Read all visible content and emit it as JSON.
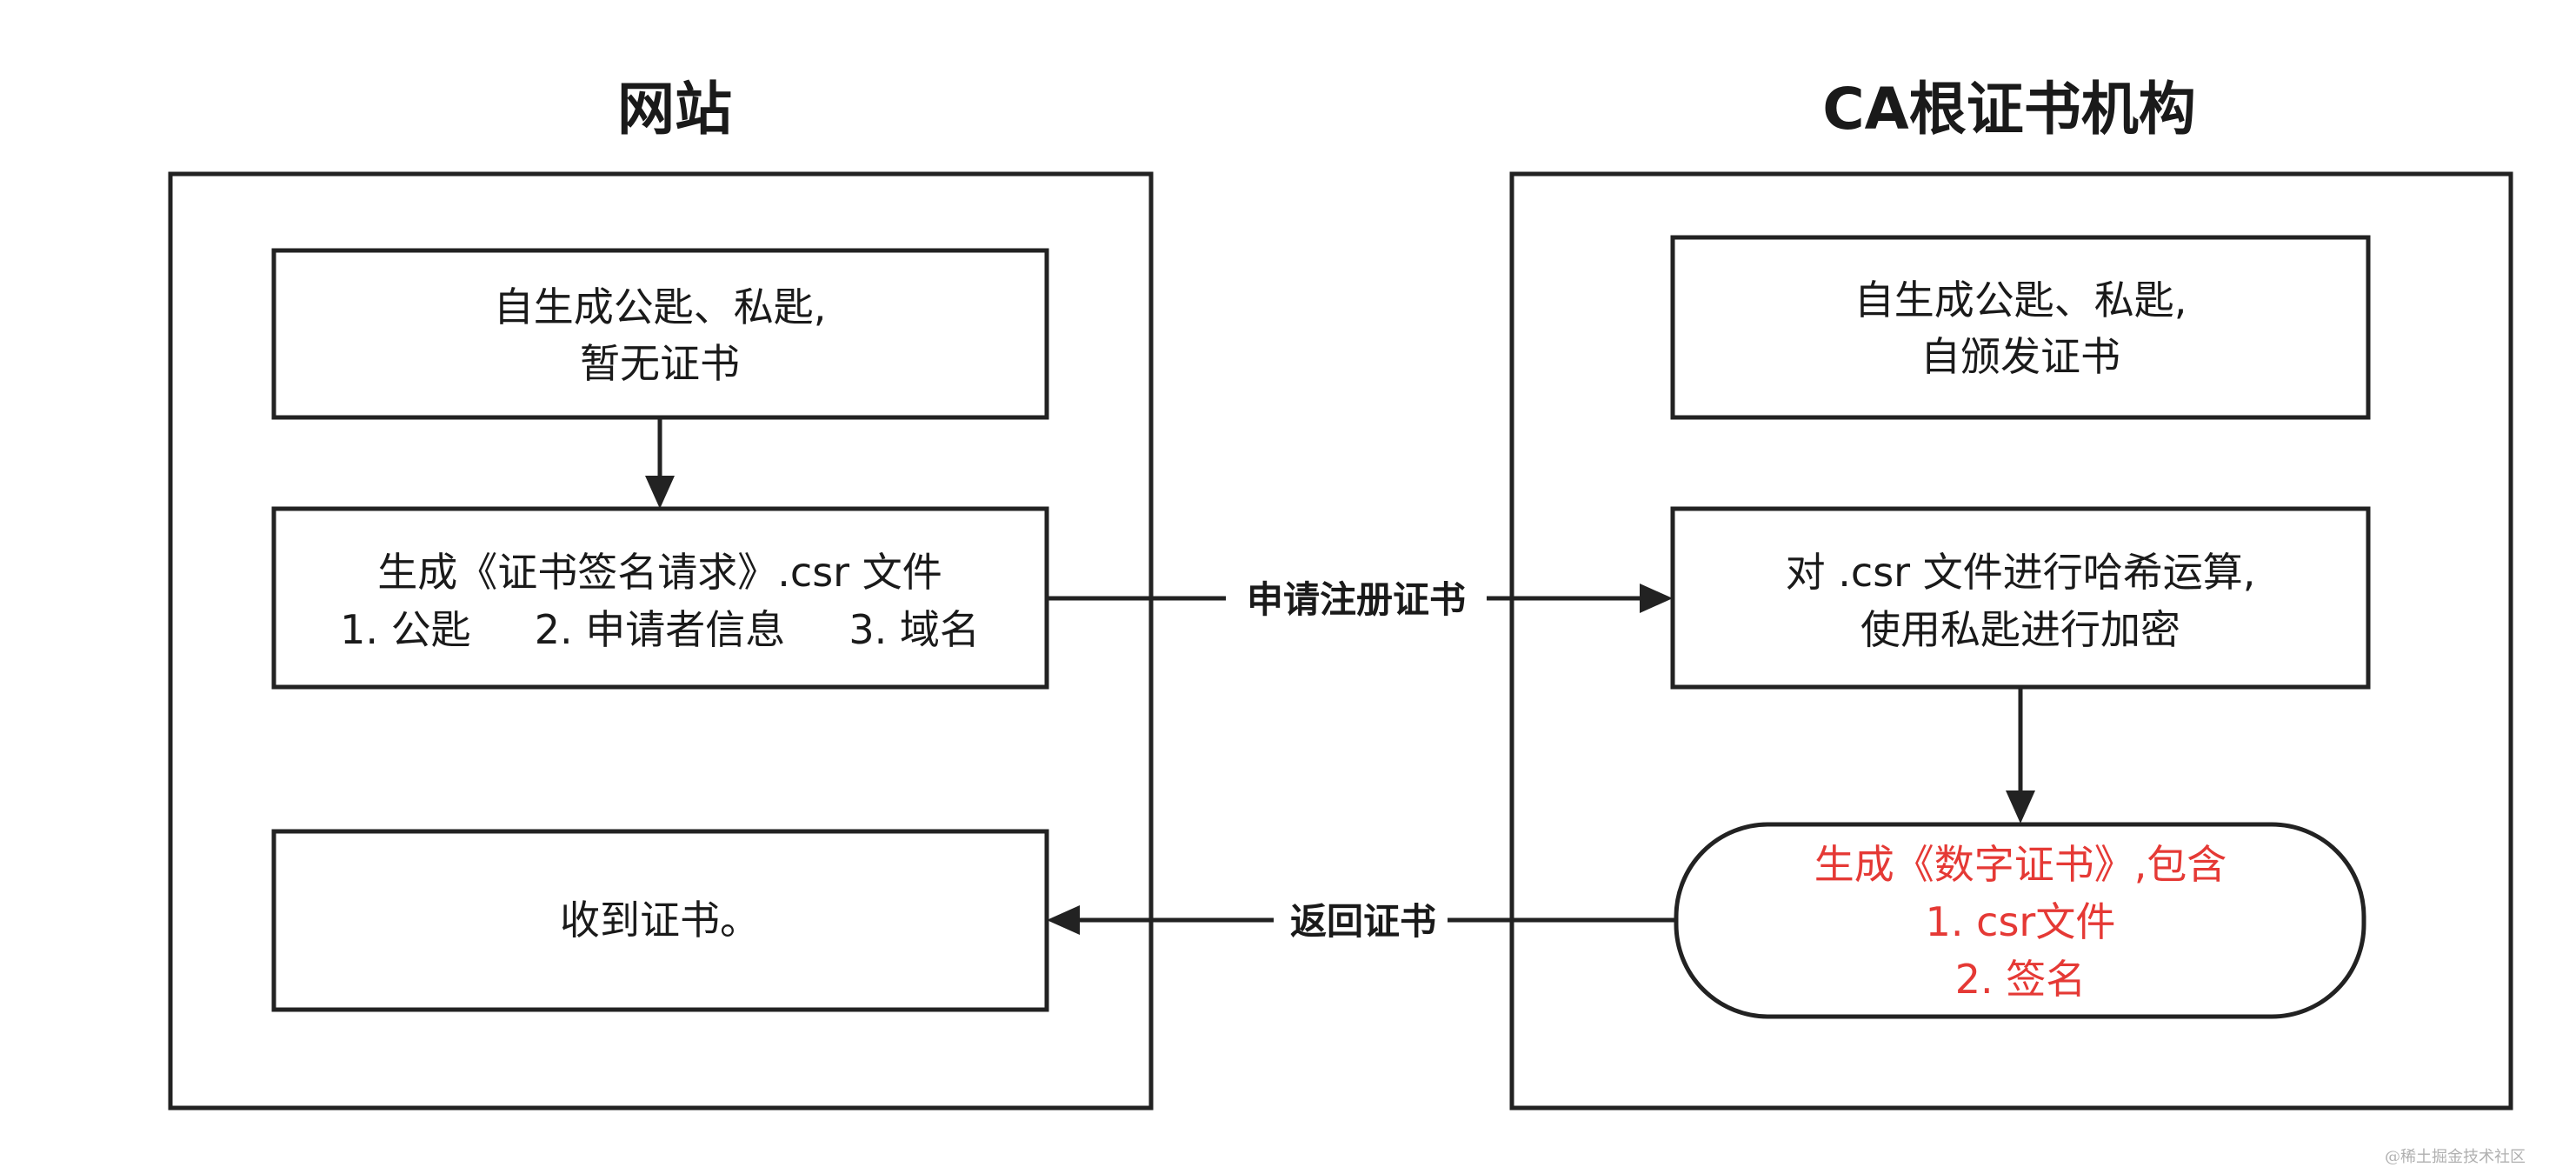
{
  "website": {
    "title": "网站",
    "box1": {
      "line1": "自生成公匙、私匙,",
      "line2": "暂无证书"
    },
    "box2": {
      "line1": "生成《证书签名请求》.csr 文件",
      "line2": "1. 公匙     2. 申请者信息     3. 域名"
    },
    "box3": {
      "line1": "收到证书。"
    }
  },
  "ca": {
    "title": "CA根证书机构",
    "box1": {
      "line1": "自生成公匙、私匙,",
      "line2": "自颁发证书"
    },
    "box2": {
      "line1": "对 .csr 文件进行哈希运算,",
      "line2": "使用私匙进行加密"
    },
    "box3": {
      "line1": "生成《数字证书》,包含",
      "line2": "1. csr文件",
      "line3": "2. 签名"
    }
  },
  "edges": {
    "apply": "申请注册证书",
    "return": "返回证书"
  },
  "colors": {
    "highlight": "#e53935",
    "stroke": "#222222"
  },
  "watermark": "@稀土掘金技术社区"
}
